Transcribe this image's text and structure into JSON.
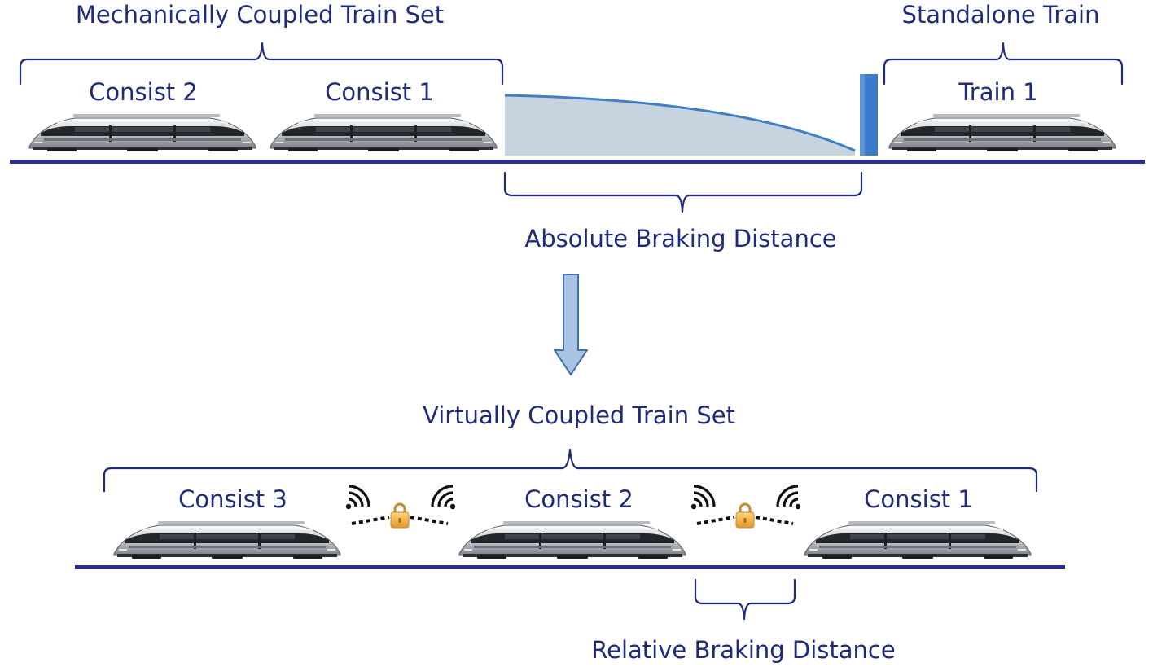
{
  "top_section": {
    "mechanical_group_label": "Mechanically Coupled Train Set",
    "standalone_group_label": "Standalone Train",
    "consists": [
      {
        "label": "Consist 2"
      },
      {
        "label": "Consist 1"
      },
      {
        "label": "Train 1"
      }
    ],
    "braking_label": "Absolute Braking Distance"
  },
  "bottom_section": {
    "virtual_group_label": "Virtually Coupled Train Set",
    "consists": [
      {
        "label": "Consist 3"
      },
      {
        "label": "Consist 2"
      },
      {
        "label": "Consist 1"
      }
    ],
    "braking_label": "Relative Braking Distance"
  },
  "colors": {
    "text": "#1e2a7a",
    "track": "#2a2e8c",
    "braking_area": "#c7d3df",
    "braking_curve": "#3f7fc4",
    "stop_barrier": "#3a7ac8",
    "arrow_fill": "#a9c3e2",
    "arrow_stroke": "#3f6fb0",
    "lock": "#f1b04a"
  },
  "icons": [
    "train-icon",
    "wireless-signal-icon",
    "padlock-icon",
    "down-arrow-icon"
  ]
}
